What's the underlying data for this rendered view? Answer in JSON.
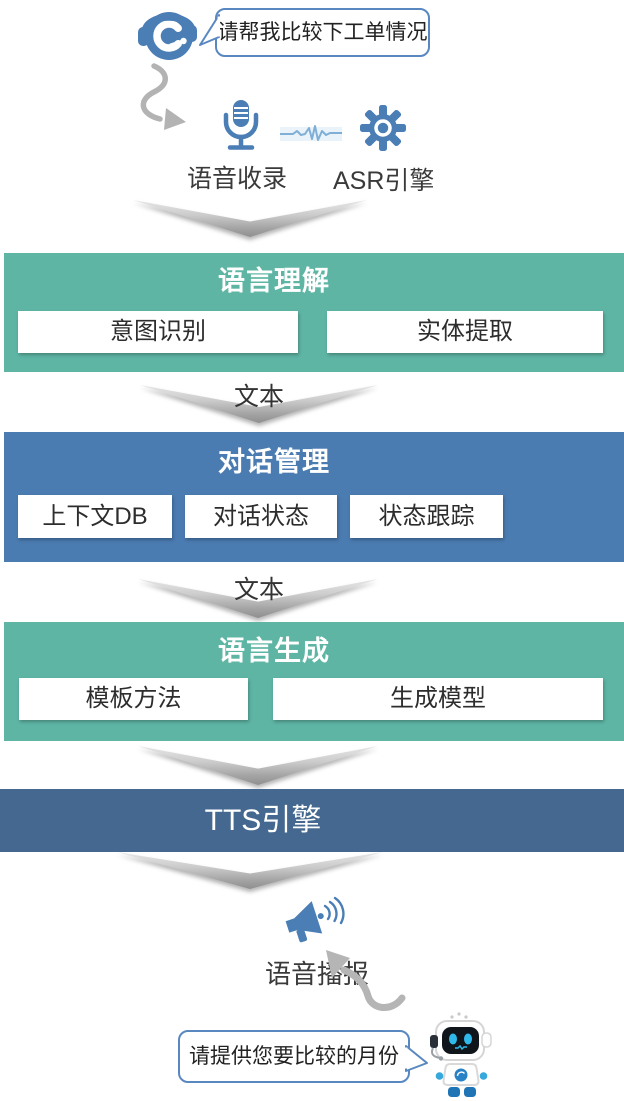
{
  "conversation": {
    "user_bubble_text": "请帮我比较下工单情况",
    "bot_bubble_text": "请提供您要比较的月份"
  },
  "pipeline_top": {
    "voice_capture_label": "语音收录",
    "asr_engine_label": "ASR引擎"
  },
  "flow_labels": {
    "text_1": "文本",
    "text_2": "文本"
  },
  "blocks": {
    "nlu": {
      "title": "语言理解",
      "items": [
        "意图识别",
        "实体提取"
      ]
    },
    "dialog": {
      "title": "对话管理",
      "items": [
        "上下文DB",
        "对话状态",
        "状态跟踪"
      ]
    },
    "nlg": {
      "title": "语言生成",
      "items": [
        "模板方法",
        "生成模型"
      ]
    },
    "tts": {
      "title": "TTS引擎"
    }
  },
  "bottom": {
    "broadcast_label": "语音播报"
  },
  "icons": {
    "agent": "agent-headset-icon",
    "microphone": "microphone-icon",
    "waveform": "waveform-icon",
    "gear": "gear-icon",
    "megaphone": "megaphone-icon",
    "robot": "robot-icon"
  },
  "colors": {
    "teal": "#5EB5A4",
    "blue": "#4A7BB1",
    "dark_blue": "#44688F",
    "icon_blue": "#4A7EB5",
    "bubble_border": "#5988C0",
    "arrow_gray": "#B3B3B3"
  }
}
